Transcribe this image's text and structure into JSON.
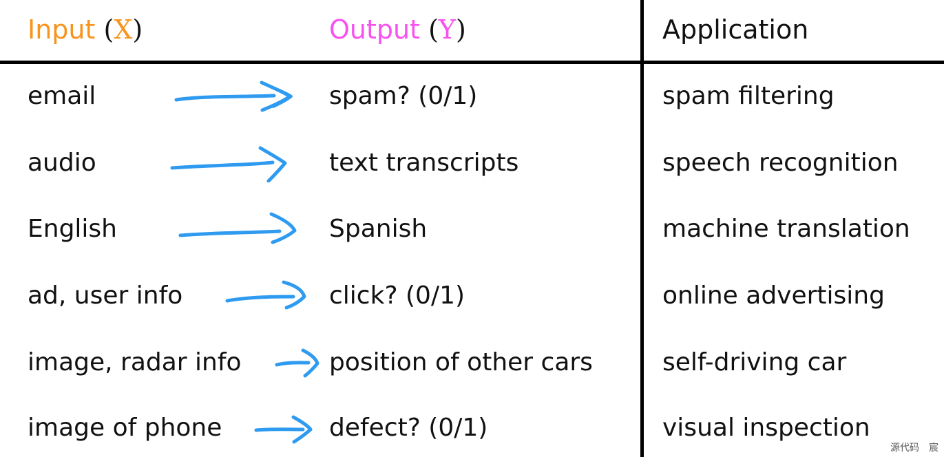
{
  "colors": {
    "input_accent": "#F8941D",
    "output_accent": "#F851F0",
    "arrow_blue": "#2E9BF0",
    "text_color": "#111111",
    "rule_color": "#000000",
    "watermark_gray": "#585858"
  },
  "header": {
    "input": {
      "label": "Input",
      "paren_open": "(",
      "variable": "X",
      "paren_close": ")"
    },
    "output": {
      "label": "Output",
      "paren_open": "(",
      "variable": "Y",
      "paren_close": ")"
    },
    "application": {
      "label": "Application"
    }
  },
  "rows": [
    {
      "input": "email",
      "output": "spam? (0/1)",
      "application": "spam filtering"
    },
    {
      "input": "audio",
      "output": "text transcripts",
      "application": "speech recognition"
    },
    {
      "input": "English",
      "output": "Spanish",
      "application": "machine translation"
    },
    {
      "input": "ad, user info",
      "output": "click? (0/1)",
      "application": "online advertising"
    },
    {
      "input": "image, radar info",
      "output": "position of other cars",
      "application": "self-driving car"
    },
    {
      "input": "image of phone",
      "output": "defect? (0/1)",
      "application": "visual inspection"
    }
  ],
  "watermark": {
    "text": "源代码　宸"
  }
}
